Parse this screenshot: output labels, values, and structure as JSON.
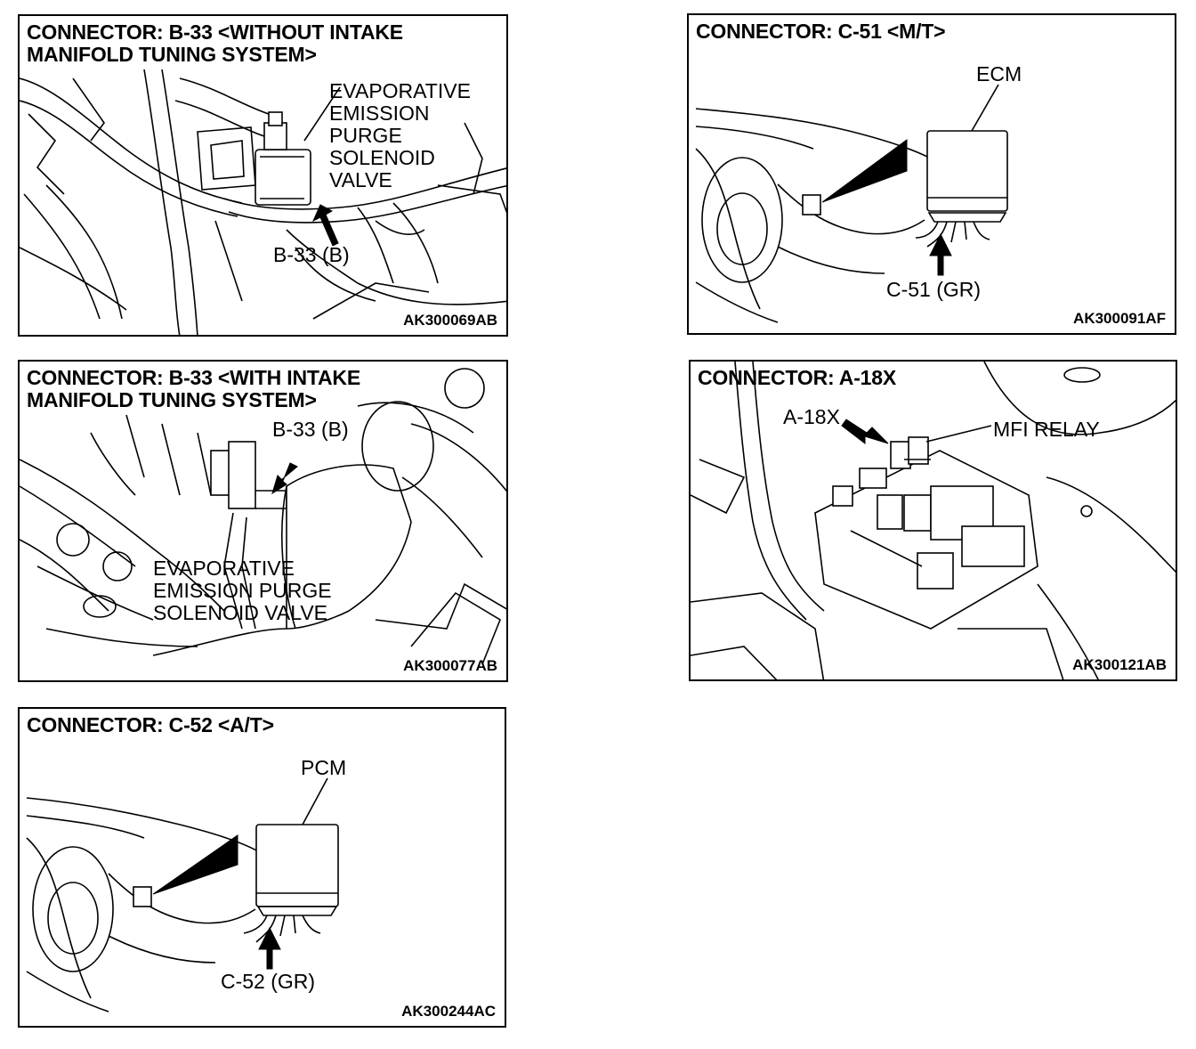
{
  "panels": {
    "b33_without": {
      "title": "CONNECTOR: B-33 <WITHOUT INTAKE\nMANIFOLD TUNING SYSTEM>",
      "component_label": "EVAPORATIVE\nEMISSION\nPURGE\nSOLENOID\nVALVE",
      "connector_label": "B-33 (B)",
      "code": "AK300069AB"
    },
    "c51": {
      "title": "CONNECTOR: C-51 <M/T>",
      "component_label": "ECM",
      "connector_label": "C-51 (GR)",
      "code": "AK300091AF"
    },
    "b33_with": {
      "title": "CONNECTOR: B-33 <WITH INTAKE\nMANIFOLD TUNING SYSTEM>",
      "connector_label": "B-33 (B)",
      "component_label": "EVAPORATIVE\nEMISSION PURGE\nSOLENOID VALVE",
      "code": "AK300077AB"
    },
    "a18x": {
      "title": "CONNECTOR: A-18X",
      "connector_label": "A-18X",
      "component_label": "MFI RELAY",
      "code": "AK300121AB"
    },
    "c52": {
      "title": "CONNECTOR: C-52 <A/T>",
      "component_label": "PCM",
      "connector_label": "C-52 (GR)",
      "code": "AK300244AC"
    }
  }
}
